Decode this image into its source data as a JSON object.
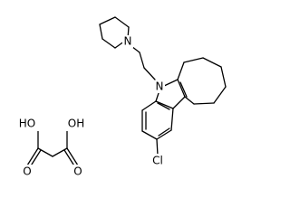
{
  "labels": {
    "pyrrolidine_n": "N",
    "indole_n": "N",
    "chlorine": "Cl",
    "oxalic_oh_left": "HO",
    "oxalic_oh_right": "OH",
    "oxalic_o_left": "O",
    "oxalic_o_right": "O"
  },
  "colors": {
    "bond": "#000000",
    "background": "#ffffff"
  }
}
